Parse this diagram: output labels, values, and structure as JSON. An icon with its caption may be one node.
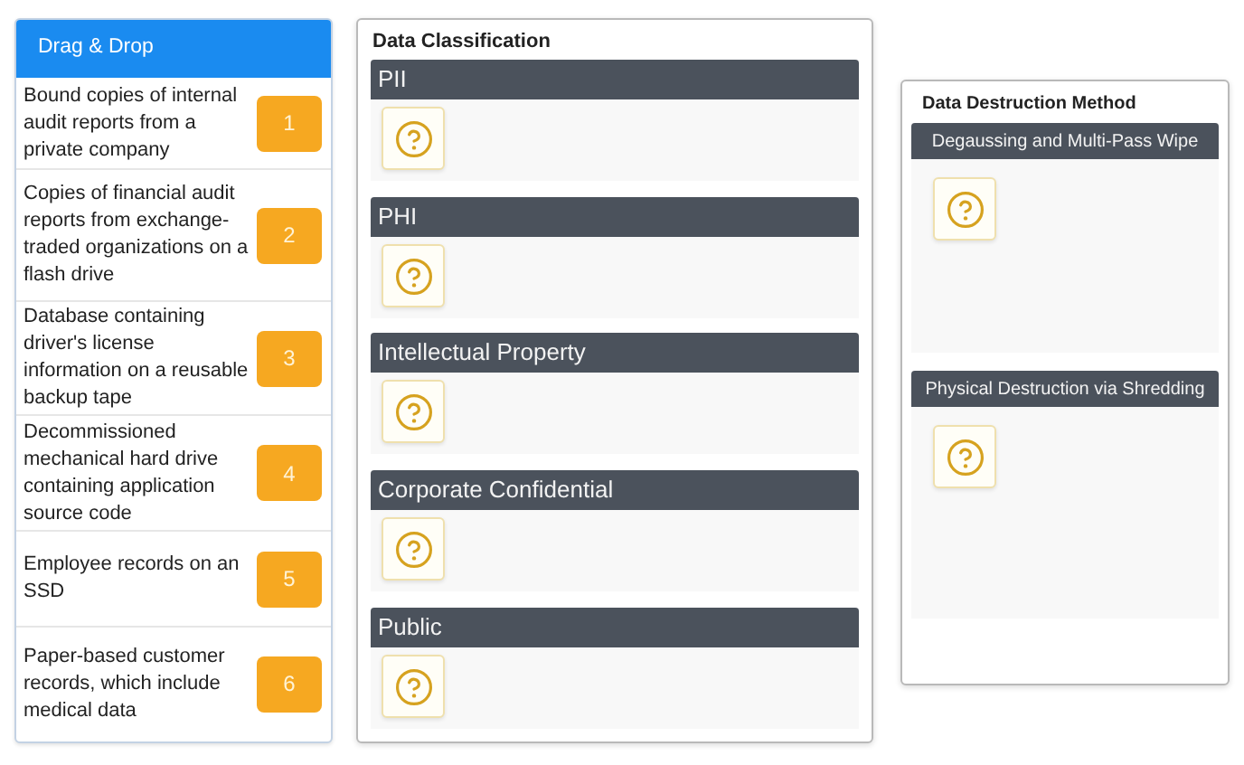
{
  "diagram": {
    "nodes": [
      {
        "text": [
          "Drag & Drop"
        ]
      },
      {
        "text": [
          "Bound copies of internal audit reports from a private company"
        ],
        "in": 0
      },
      {
        "text": [
          "1"
        ],
        "in": 1
      },
      {
        "text": [
          "Copies of financial audit reports from exchange-traded organizations on a flash drive"
        ],
        "in": 0
      },
      {
        "text": [
          "2"
        ],
        "in": 3
      },
      {
        "text": [
          "Database containing driver's license information on a reusable backup tape"
        ],
        "in": 0
      },
      {
        "text": [
          "3"
        ],
        "in": 5
      },
      {
        "text": [
          "Decommissioned mechanical hard drive containing application source code"
        ],
        "in": 0
      },
      {
        "text": [
          "4"
        ],
        "in": 7
      },
      {
        "text": [
          "Employee records on an SSD"
        ],
        "in": 0
      },
      {
        "text": [
          "5"
        ],
        "in": 9
      },
      {
        "text": [
          "Paper-based customer records, which include medical data"
        ],
        "in": 0
      },
      {
        "text": [
          "6"
        ],
        "in": 11
      },
      {
        "text": [
          "Data Classification"
        ]
      },
      {
        "text": [
          "PII"
        ],
        "in": 13
      },
      {
        "text": [],
        "shape": "box",
        "in": 14
      },
      {
        "text": [
          "PHI"
        ],
        "in": 13
      },
      {
        "text": [],
        "shape": "box",
        "in": 16
      },
      {
        "text": [
          "Intellectual Property"
        ],
        "in": 13
      },
      {
        "text": [],
        "shape": "box",
        "in": 18
      },
      {
        "text": [
          "Corporate Confidential"
        ],
        "in": 13
      },
      {
        "text": [],
        "shape": "box",
        "in": 20
      },
      {
        "text": [
          "Public"
        ],
        "in": 13
      },
      {
        "text": [],
        "shape": "box",
        "in": 22
      },
      {
        "text": [
          "Data Destruction Method"
        ]
      },
      {
        "text": [
          "Degaussing and Multi-Pass Wipe"
        ],
        "in": 24
      },
      {
        "text": [],
        "shape": "box",
        "in": 25
      },
      {
        "text": [
          "Physical Destruction via Shredding"
        ],
        "in": 24
      },
      {
        "text": [],
        "shape": "box",
        "in": 27
      }
    ]
  }
}
